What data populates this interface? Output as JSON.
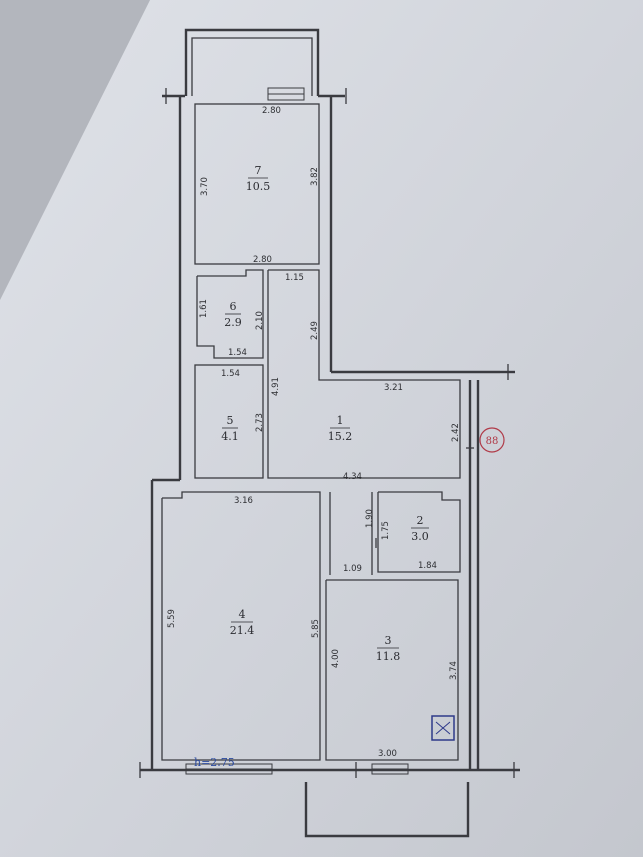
{
  "plan": {
    "marker": "88",
    "ceiling_height": "h=2.75",
    "rooms": [
      {
        "number": "1",
        "area": "15.2"
      },
      {
        "number": "2",
        "area": "3.0"
      },
      {
        "number": "3",
        "area": "11.8"
      },
      {
        "number": "4",
        "area": "21.4"
      },
      {
        "number": "5",
        "area": "4.1"
      },
      {
        "number": "6",
        "area": "2.9"
      },
      {
        "number": "7",
        "area": "10.5"
      }
    ],
    "dimensions": {
      "r7_top": "2.80",
      "r7_left": "3.70",
      "r7_right": "3.82",
      "r7_bottom": "2.80",
      "r6_top_right": "1.15",
      "r6_left": "1.61",
      "r6_right": "2.10",
      "r6_bottom": "1.54",
      "r1_upper": "2.49",
      "r5_top": "1.54",
      "r1_left": "4.91",
      "r5_right": "2.73",
      "r1_top": "3.21",
      "r1_right": "2.42",
      "r1_width": "4.34",
      "r4_top": "3.16",
      "corridor_1": "1.90",
      "corridor_2": "1.75",
      "r3_top": "1.09",
      "r2_bottom": "1.84",
      "r4_left": "5.59",
      "r4_right": "5.85",
      "r3_left": "4.00",
      "r3_right": "3.74",
      "r3_bottom": "3.00"
    }
  }
}
